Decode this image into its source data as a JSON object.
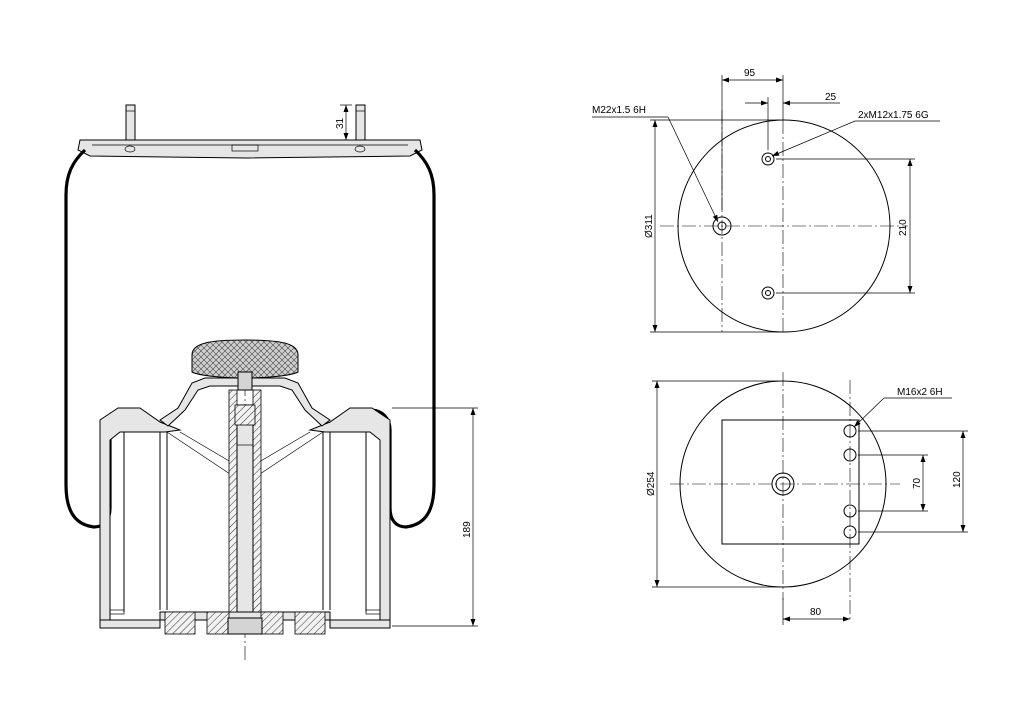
{
  "side_view": {
    "dim_stud_height": "31",
    "dim_piston_height": "189"
  },
  "top_plate": {
    "dim_offset_center": "95",
    "dim_offset_studs": "25",
    "label_center_thread": "M22x1.5 6H",
    "label_stud_thread": "2xM12x1.75 6G",
    "dim_diameter": "Ø311",
    "dim_stud_spacing": "210"
  },
  "bottom_plate": {
    "label_thread": "M16x2 6H",
    "dim_diameter": "Ø254",
    "dim_inner_spacing": "70",
    "dim_outer_spacing": "120",
    "dim_offset": "80"
  }
}
